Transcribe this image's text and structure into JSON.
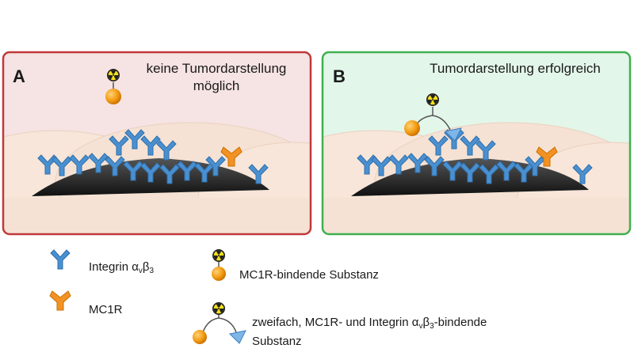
{
  "panels": [
    {
      "letter": "A",
      "caption_line1": "keine Tumordarstellung",
      "caption_line2": "möglich",
      "border_color": "#c0393b"
    },
    {
      "letter": "B",
      "caption": "Tumordarstellung erfolgreich",
      "border_color": "#3fb04f"
    }
  ],
  "legend": {
    "integrin": {
      "label": "Integrin α",
      "sub1": "v",
      "mid": "β",
      "sub2": "3"
    },
    "mc1r": {
      "label": "MC1R"
    },
    "mono_ligand": {
      "label": "MC1R-bindende Substanz"
    },
    "dual_ligand": {
      "line1_pre": "zweifach, MC1R- und Integrin α",
      "line1_sub1": "v",
      "line1_mid": "β",
      "line1_sub2": "3",
      "line1_post": "-bindende",
      "line2": "Substanz"
    }
  },
  "colors": {
    "integrin": "#4a90d1",
    "mc1r": "#f39224",
    "ligand_ball": "#f39c12",
    "radioactive_badge": "#f7e21a",
    "tumor": "#222222",
    "tissue": "#f5e3d6",
    "panel_a_bg": "#f6e3e3",
    "panel_b_bg": "#e3f6ea"
  }
}
